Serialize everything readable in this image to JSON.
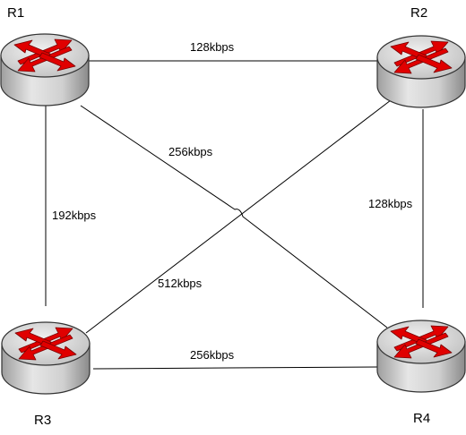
{
  "routers": [
    {
      "id": "r1",
      "label": "R1"
    },
    {
      "id": "r2",
      "label": "R2"
    },
    {
      "id": "r3",
      "label": "R3"
    },
    {
      "id": "r4",
      "label": "R4"
    }
  ],
  "links": [
    {
      "id": "r1-r2",
      "from": "R1",
      "to": "R2",
      "bandwidth": "128kbps"
    },
    {
      "id": "r1-r4",
      "from": "R1",
      "to": "R4",
      "bandwidth": "256kbps"
    },
    {
      "id": "r1-r3",
      "from": "R1",
      "to": "R3",
      "bandwidth": "192kbps"
    },
    {
      "id": "r2-r4",
      "from": "R2",
      "to": "R4",
      "bandwidth": "128kbps"
    },
    {
      "id": "r2-r3",
      "from": "R2",
      "to": "R3",
      "bandwidth": "512kbps"
    },
    {
      "id": "r3-r4",
      "from": "R3",
      "to": "R4",
      "bandwidth": "256kbps"
    }
  ],
  "colors": {
    "router_body": "#c8c8c8",
    "router_top": "#d9d9d9",
    "arrow": "#e00000",
    "line": "#000000"
  }
}
